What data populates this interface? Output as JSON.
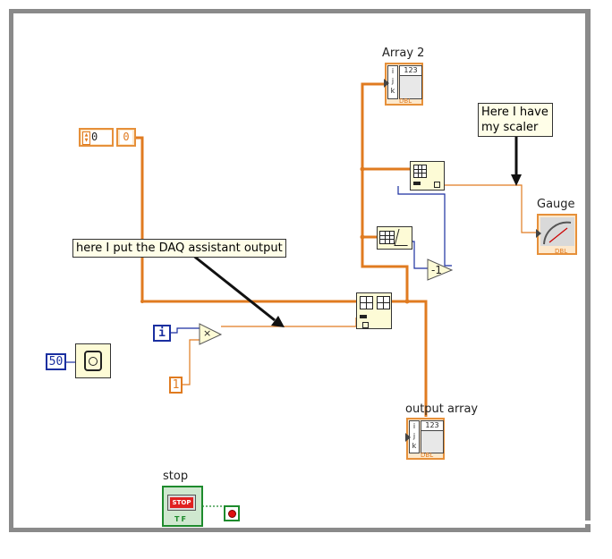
{
  "loop": {
    "timing_constant": "50",
    "iteration_terminal": "i",
    "stop_label": "stop",
    "stop_button_text": "STOP",
    "stop_button_tf": "TF"
  },
  "controls": {
    "numeric_control_value": "0",
    "numeric_indicator_value": "0",
    "multiply_constant": "1",
    "multiply_symbol": "×"
  },
  "indicators": {
    "array2_label": "Array 2",
    "output_array_label": "output array",
    "gauge_label": "Gauge",
    "array_index_labels": [
      "i",
      "j",
      "k"
    ],
    "array_value_label": "123",
    "dbl_label": "DBL"
  },
  "comments": {
    "daq_comment": "here I put the DAQ assistant output",
    "scaler_comment_line1": "Here I have",
    "scaler_comment_line2": "my scaler"
  },
  "colors": {
    "double_wire": "#e07b20",
    "integer_wire": "#1a2fa0",
    "boolean": "#1e8b2d",
    "loop_border": "#8a8a8a",
    "comment_bg": "#fffee8"
  }
}
